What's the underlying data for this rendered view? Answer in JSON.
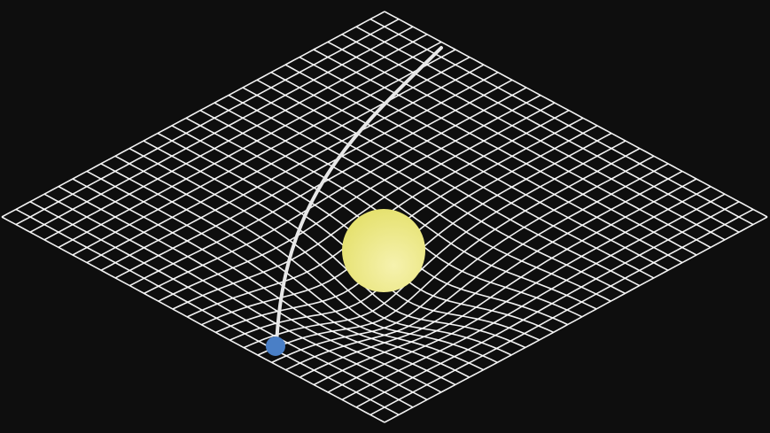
{
  "diagram": {
    "colors": {
      "background": "#0e0e0e",
      "grid": "#ffffff",
      "path": "#e8e8e8",
      "sun_center": "#f6f2ae",
      "sun_edge": "#e4e06a",
      "planet": "#4a7fc6"
    },
    "grid": {
      "line_count_per_direction": 27
    },
    "icons": {
      "massive_body": "yellow-sphere",
      "orbiting_body": "blue-dot"
    }
  }
}
